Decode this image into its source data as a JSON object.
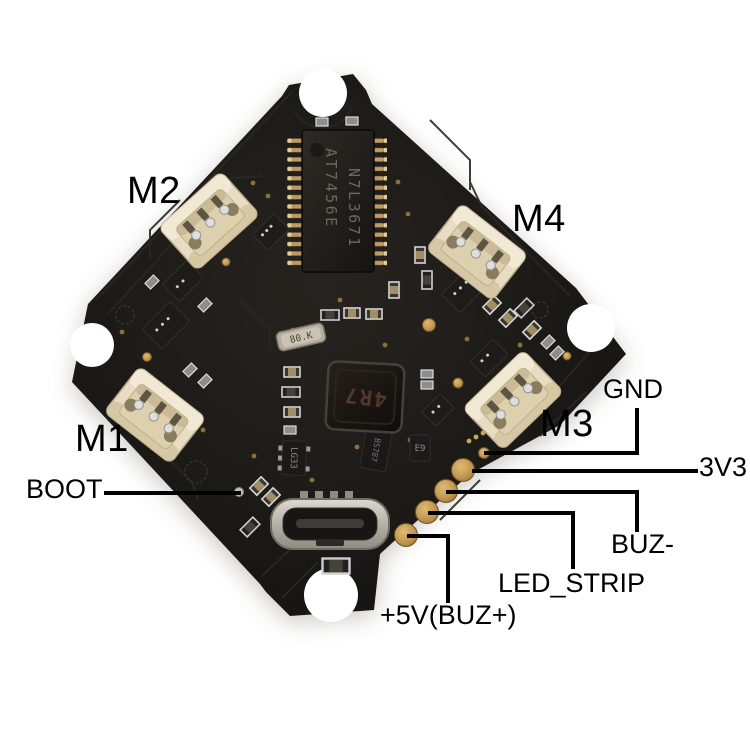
{
  "motor_labels": {
    "m1": "M1",
    "m2": "M2",
    "m3": "M3",
    "m4": "M4"
  },
  "pin_labels": {
    "boot": "BOOT",
    "gnd": "GND",
    "v3_3": "3V3",
    "buz_minus": "BUZ-",
    "led_strip": "LED_STRIP",
    "v5_buz_plus": "+5V(BUZ+)"
  },
  "chip_markings": {
    "osd_line1": "AT7456E",
    "osd_line2": "N7L3671",
    "inductor": "4R7",
    "crystal": "80.K",
    "regulator": "LG33",
    "transistor": "E9",
    "sot_chip": "BS787"
  },
  "colors": {
    "background": "#ffffff",
    "pcb_black": "#171513",
    "annotation_line": "#000000",
    "connector_beige": "#e8ddc3",
    "pad_gold": "#c0954f"
  }
}
